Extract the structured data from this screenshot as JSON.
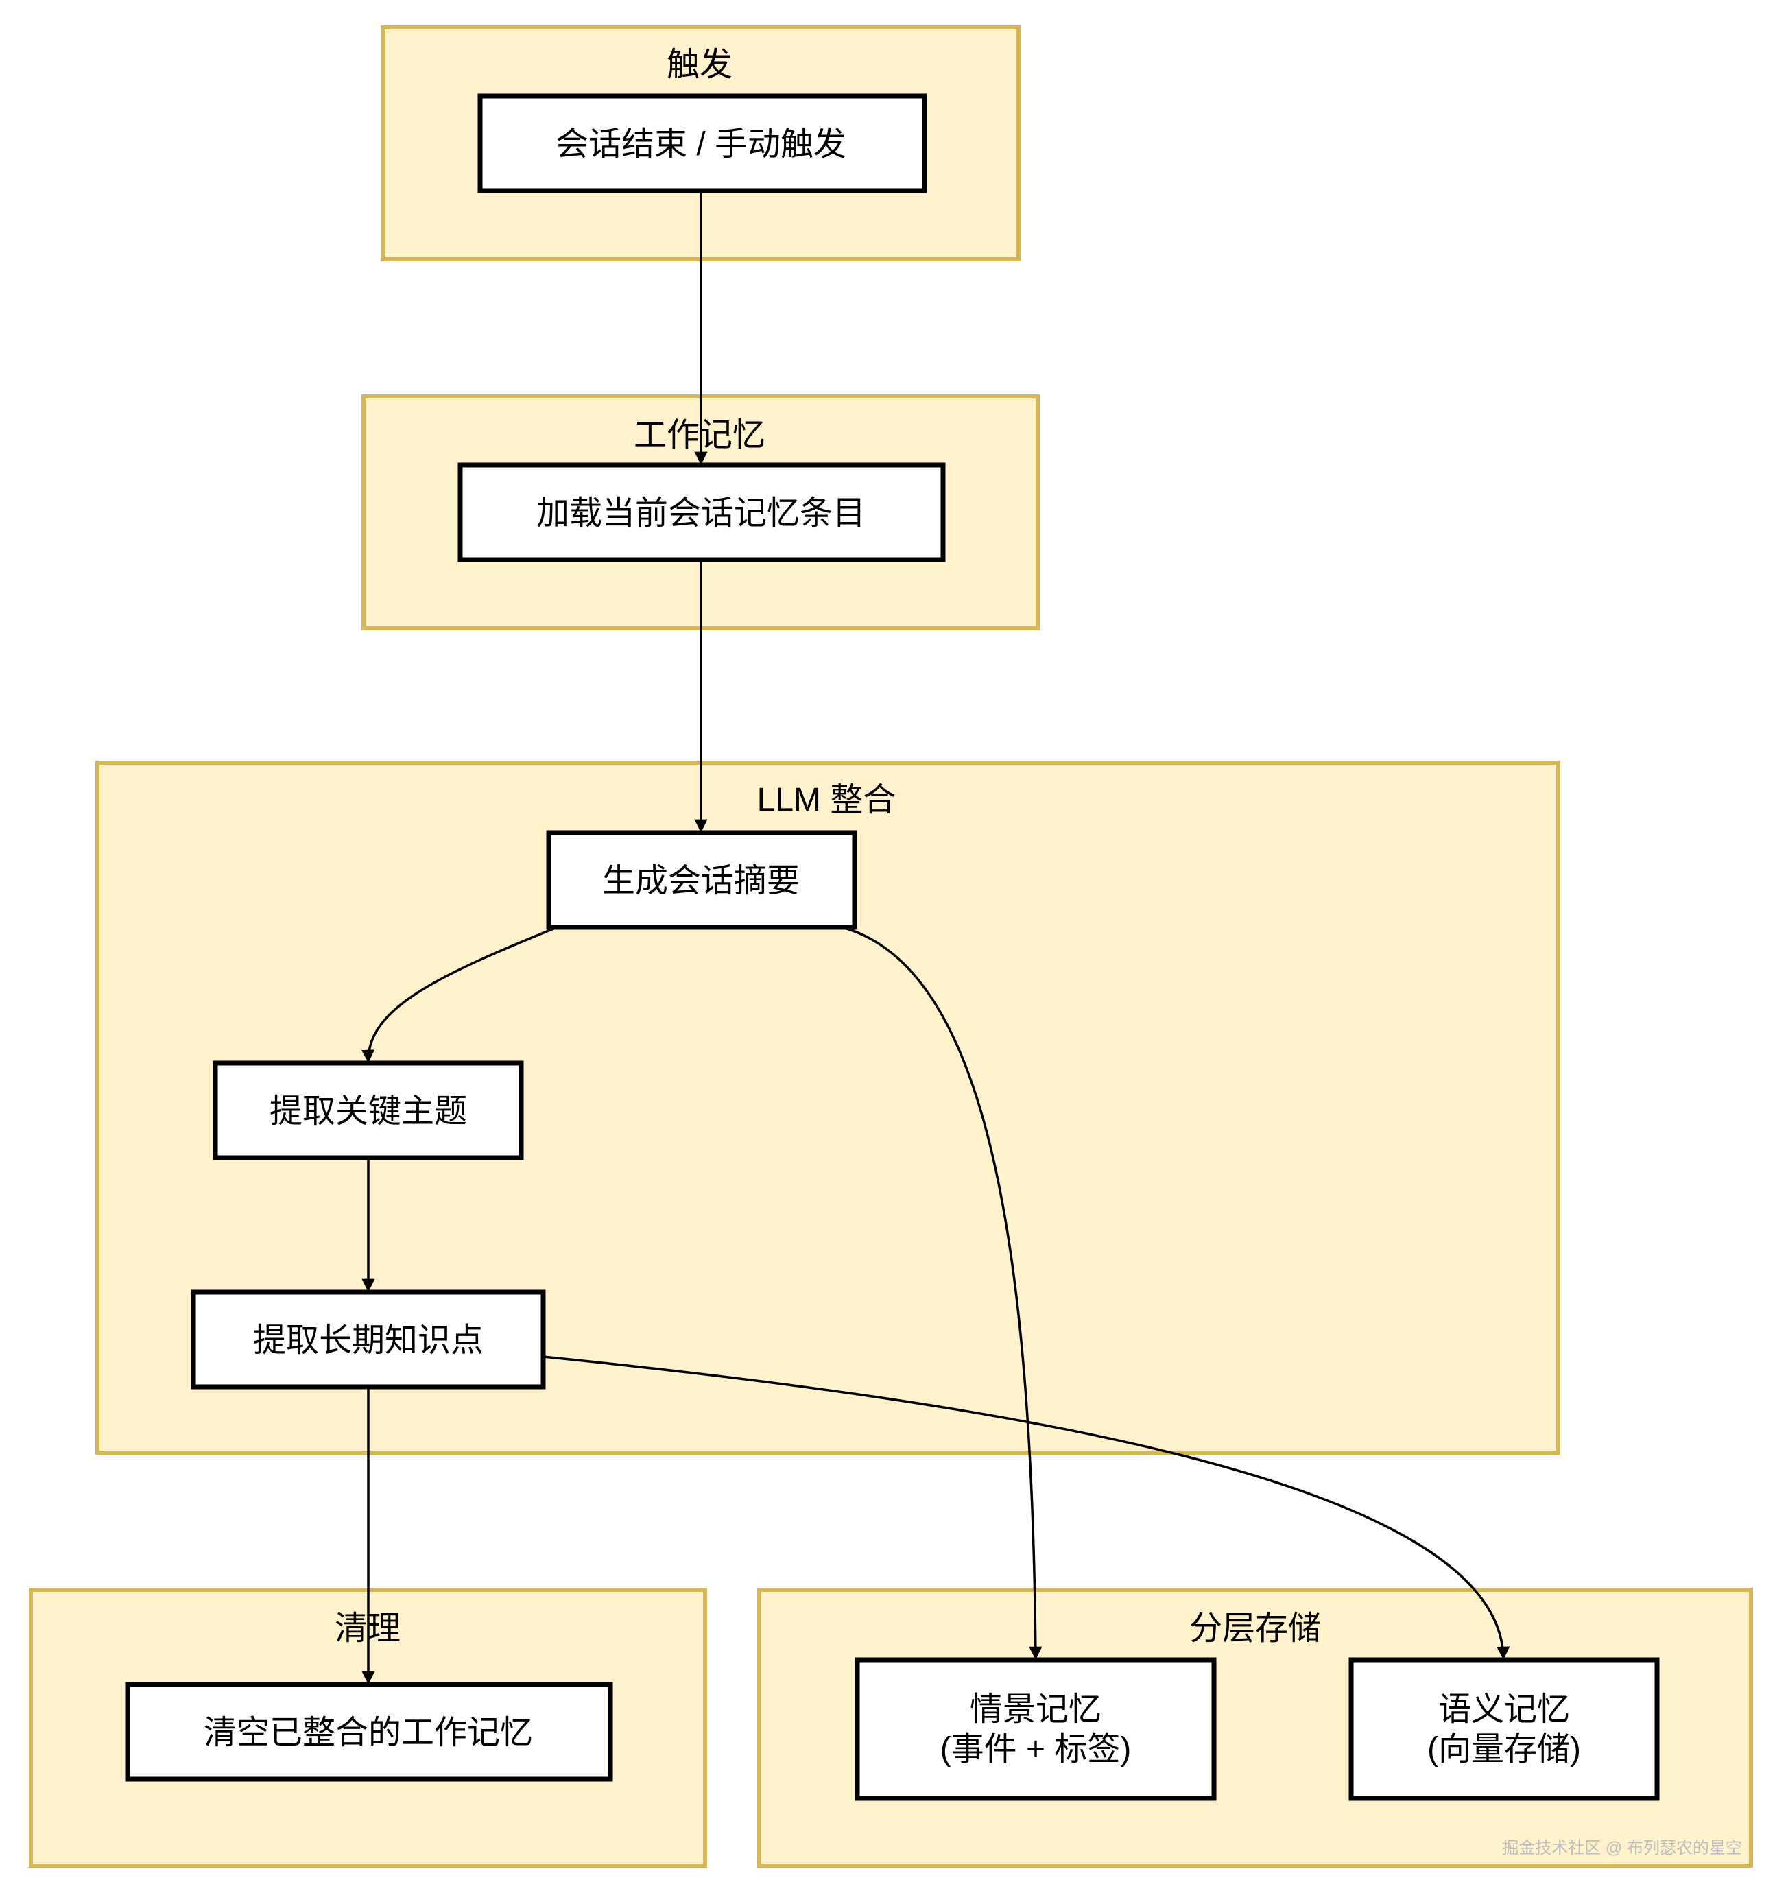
{
  "clusters": {
    "trigger": "触发",
    "working": "工作记忆",
    "llm": "LLM 整合",
    "cleanup": "清理",
    "storage": "分层存储"
  },
  "nodes": {
    "session_end": "会话结束 / 手动触发",
    "load": "加载当前会话记忆条目",
    "summary": "生成会话摘要",
    "topics": "提取关键主题",
    "knowledge": "提取长期知识点",
    "clear": "清空已整合的工作记忆",
    "episodic_1": "情景记忆",
    "episodic_2": "(事件 + 标签)",
    "semantic_1": "语义记忆",
    "semantic_2": "(向量存储)"
  },
  "edges": [
    {
      "from": "会话结束 / 手动触发",
      "to": "加载当前会话记忆条目"
    },
    {
      "from": "加载当前会话记忆条目",
      "to": "生成会话摘要"
    },
    {
      "from": "生成会话摘要",
      "to": "提取关键主题"
    },
    {
      "from": "生成会话摘要",
      "to": "情景记忆"
    },
    {
      "from": "提取关键主题",
      "to": "提取长期知识点"
    },
    {
      "from": "提取长期知识点",
      "to": "语义记忆"
    },
    {
      "from": "提取长期知识点",
      "to": "清空已整合的工作记忆"
    }
  ],
  "watermark": "掘金技术社区 @ 布列瑟农的星空",
  "colors": {
    "cluster_fill": "#fff2cc",
    "cluster_border": "#d6b656",
    "node_fill": "#ffffff",
    "node_border": "#000000"
  }
}
